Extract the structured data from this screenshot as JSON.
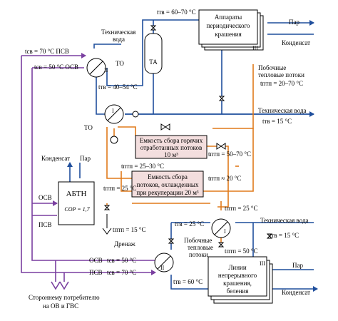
{
  "colors": {
    "technical_water": "#1f4e9c",
    "network_water": "#7a3fa0",
    "waste_heat": "#e07a1a",
    "tank_fill": "#f3dede"
  },
  "blocks": {
    "periodic": [
      "Аппараты",
      "периодического",
      "крашения"
    ],
    "periodic_num": "III",
    "continuous": [
      "Линии",
      "непрерывного",
      "крашения,",
      "беления"
    ],
    "continuous_num": "III",
    "ta": "ТА",
    "abtn": "АБТН",
    "cop": "COP = 1,7",
    "tank_hot": [
      "Емкость сбора горячих",
      "отработанных потоков",
      "10 м³"
    ],
    "tank_cooled": [
      "Емкость сбора",
      "потоков, охлажденных",
      "при рекуперации 20 м³"
    ]
  },
  "labels": {
    "steam_top": "Пар",
    "condensate_top": "Конденсат",
    "tech_water_top": "Техническая",
    "tech_water_top2": "вода",
    "to_top": "ТО",
    "to_mid": "ТО",
    "hx1_top": "II",
    "hx_mid": "I",
    "hx_bottom_right": "I",
    "hx_bottom_left": "II",
    "side_flows_top": "Побочные",
    "side_flows_top2": "тепловые потоки",
    "tech_water_right": "Техническая вода",
    "tech_water_right2": "Техническая вода",
    "condensate_left": "Конденсат",
    "steam_left": "Пар",
    "osv_left": "ОСВ",
    "psv_left": "ПСВ",
    "drain": "Дренаж",
    "side_flows_bottom": "Побочные",
    "side_flows_bottom2": "тепловые",
    "side_flows_bottom3": "потоки",
    "osv_bottom": "ОСВ",
    "psv_bottom": "ПСВ",
    "steam_bottom": "Пар",
    "condensate_bottom": "Конденсат",
    "consumer": "Стороннему потребителю",
    "consumer2": "на ОВ и ГВС"
  },
  "temps": {
    "t_psv_top": "tсв = 70 °C ПСВ",
    "t_osv_top": "tсв = 50 °C ОСВ",
    "t_ta_top": "tтв = 60–70 °C",
    "t_tv_4054": "tтв = 40–54 °C",
    "t_ptp_2070": "tптп = 20–70 °C",
    "t_tv_15_top": "tтв = 15 °C",
    "t_ptp_5070": "tптп = 50–70 °C",
    "t_ptp_2530": "tптп = 25–30 °C",
    "t_ptp_20": "tптп ≈ 20 °C",
    "t_ptp_25_left": "tптп = 25 °C",
    "t_ptp_25_right": "tптп = 25 °C",
    "t_ptp_15": "tптп = 15 °C",
    "t_tv_25": "tтв = 25 °C",
    "t_tv_15_bottom": "tтв = 15 °C",
    "t_ptp_50": "tптп = 50 °C",
    "t_sv_50": "tсв = 50 °C",
    "t_sv_70": "tсв = 70 °C",
    "t_tv_60": "tтв = 60 °C"
  }
}
